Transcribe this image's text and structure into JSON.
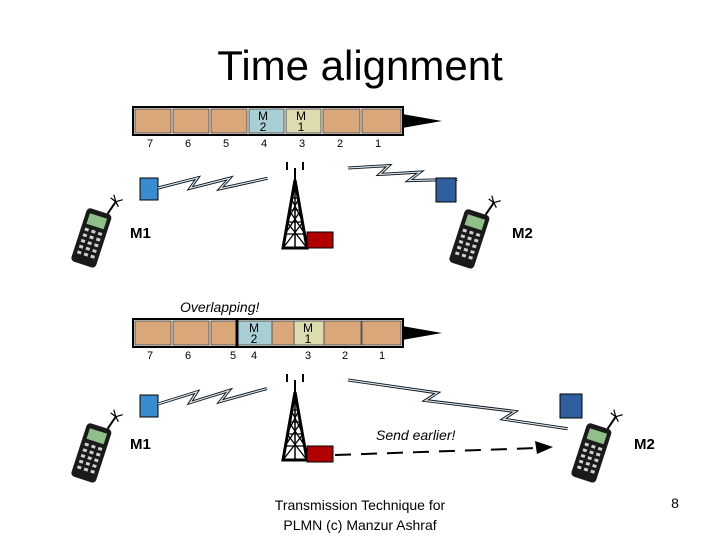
{
  "title": "Time alignment",
  "colors": {
    "slot_empty": "#d9a77a",
    "slot_m2": "#a9cfd6",
    "slot_m1": "#dcdcae",
    "phone_blue": "#3b8bd0",
    "phone_navy": "#2f5f9e",
    "tower_box": "#b00000",
    "phone_screen": "#8fc08a"
  },
  "top_frame": {
    "slot_numbers": [
      "7",
      "6",
      "5",
      "4",
      "3",
      "2",
      "1"
    ],
    "m2_label": [
      "M",
      "2"
    ],
    "m1_label": [
      "M",
      "1"
    ]
  },
  "bottom_frame": {
    "slot_numbers": [
      "7",
      "6",
      "5",
      "4",
      "3",
      "2",
      "1"
    ],
    "m2_label": [
      "M",
      "2"
    ],
    "m1_label": [
      "M",
      "1"
    ],
    "overlap_note": "Overlapping!",
    "send_note": "Send earlier!"
  },
  "mobiles": {
    "left_label": "M1",
    "right_label": "M2"
  },
  "footer": {
    "line1": "Transmission Technique for",
    "line2": "PLMN (c) Manzur Ashraf"
  },
  "page_number": "8"
}
